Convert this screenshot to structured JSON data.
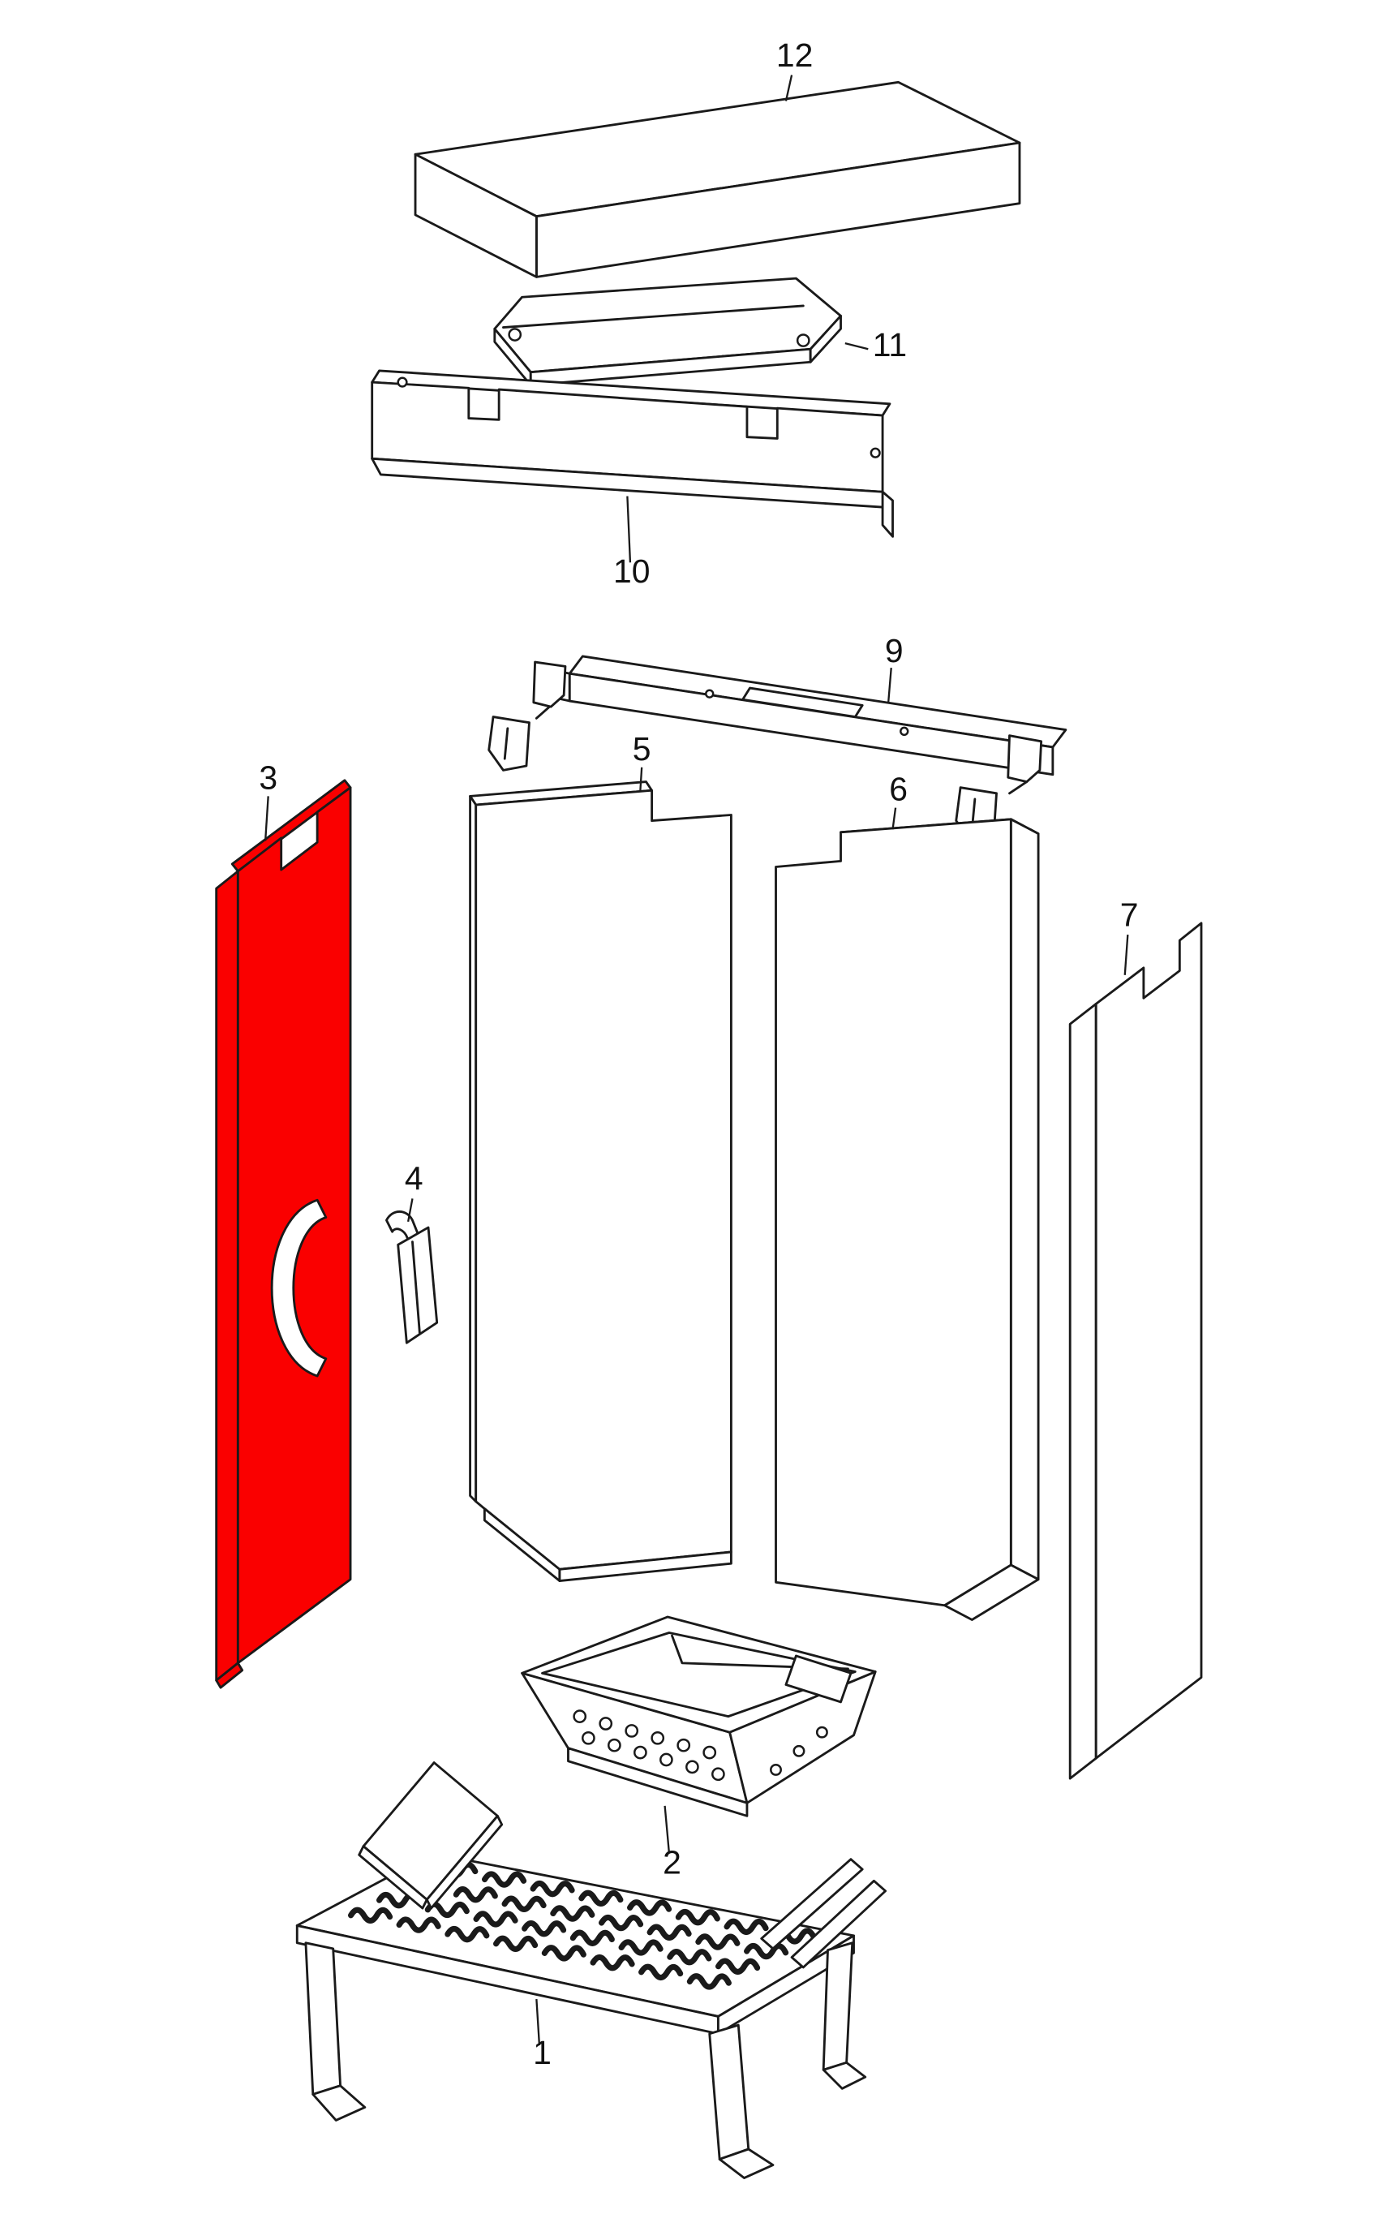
{
  "diagram": {
    "background_color": "#ffffff",
    "line_color": "#1a1a1a",
    "highlight_color": "#fa0000",
    "highlighted_part": "3",
    "labels": {
      "p1": "1",
      "p2": "2",
      "p3": "3",
      "p4": "4",
      "p5": "5",
      "p6": "6",
      "p7": "7",
      "p9": "9",
      "p10": "10",
      "p11": "11",
      "p12": "12"
    }
  }
}
